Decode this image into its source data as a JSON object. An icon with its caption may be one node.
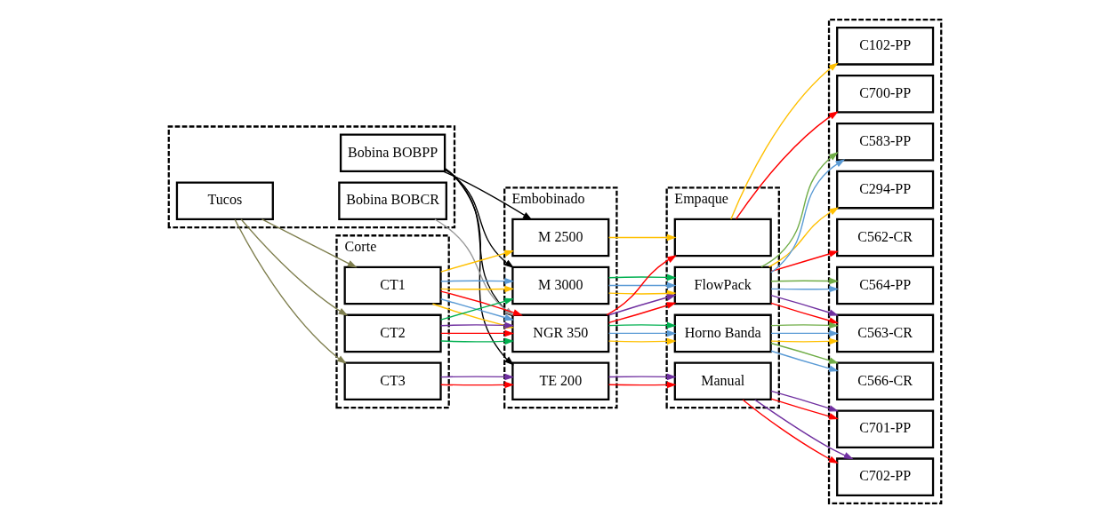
{
  "diagram": {
    "nodes": [
      {
        "text": [],
        "shape": "box"
      },
      {
        "text": [
          "Bobina BOBPP"
        ],
        "in": 0
      },
      {
        "text": [
          "Tucos"
        ],
        "in": 0
      },
      {
        "text": [
          "Bobina BOBCR"
        ],
        "in": 0
      },
      {
        "text": [
          "Corte"
        ]
      },
      {
        "text": [
          "CT1"
        ],
        "in": 4
      },
      {
        "text": [
          "CT2"
        ],
        "in": 4
      },
      {
        "text": [
          "CT3"
        ],
        "in": 4
      },
      {
        "text": [
          "Embobinado"
        ]
      },
      {
        "text": [
          "M 2500"
        ],
        "in": 8
      },
      {
        "text": [
          "M 3000"
        ],
        "in": 8
      },
      {
        "text": [
          "NGR 350"
        ],
        "in": 8
      },
      {
        "text": [
          "TE 200"
        ],
        "in": 8
      },
      {
        "text": [
          "Empaque"
        ]
      },
      {
        "text": [],
        "shape": "box",
        "in": 13
      },
      {
        "text": [
          "FlowPack"
        ],
        "in": 13
      },
      {
        "text": [
          "Horno Banda"
        ],
        "in": 13
      },
      {
        "text": [
          "Manual"
        ],
        "in": 13
      },
      {
        "text": [],
        "shape": "box"
      },
      {
        "text": [
          "C102-PP"
        ],
        "in": 18
      },
      {
        "text": [
          "C294-PP"
        ],
        "in": 18
      },
      {
        "text": [
          "C562-CR"
        ],
        "in": 18
      },
      {
        "text": [
          "C563-CR"
        ],
        "in": 18
      },
      {
        "text": [
          "C564-PP"
        ],
        "in": 18
      },
      {
        "text": [
          "C566-CR"
        ],
        "in": 18
      },
      {
        "text": [
          "C583-PP"
        ],
        "in": 18
      },
      {
        "text": [
          "C700-PP"
        ],
        "in": 18
      },
      {
        "text": [
          "C701-PP"
        ],
        "in": 18
      },
      {
        "text": [
          "C702-PP"
        ],
        "in": 18
      }
    ],
    "edges": [
      {
        "from": 1,
        "to": 9,
        "arrow": "to",
        "color": "#000000"
      },
      {
        "from": 1,
        "to": 10,
        "arrow": "to",
        "color": "#000000"
      },
      {
        "from": 1,
        "to": 11,
        "arrow": "to",
        "color": "#000000"
      },
      {
        "from": 1,
        "to": 12,
        "arrow": "to",
        "color": "#000000"
      },
      {
        "from": 2,
        "to": 5,
        "arrow": "to",
        "color": "#7f7f4f"
      },
      {
        "from": 2,
        "to": 6,
        "arrow": "to",
        "color": "#7f7f4f"
      },
      {
        "from": 2,
        "to": 7,
        "arrow": "to",
        "color": "#7f7f4f"
      },
      {
        "from": 3,
        "to": 11,
        "arrow": "to",
        "color": "#999999"
      },
      {
        "from": 5,
        "to": 9,
        "arrow": "to",
        "color": "#ffc000"
      },
      {
        "from": 5,
        "to": 10,
        "arrow": "to",
        "color": "#ffc000"
      },
      {
        "from": 5,
        "to": 11,
        "arrow": "to",
        "color": "#ffc000"
      },
      {
        "from": 5,
        "to": 10,
        "arrow": "to",
        "color": "#5b9bd5"
      },
      {
        "from": 5,
        "to": 11,
        "arrow": "to",
        "color": "#5b9bd5"
      },
      {
        "from": 5,
        "to": 11,
        "arrow": "to",
        "color": "#ff0000"
      },
      {
        "from": 6,
        "to": 10,
        "arrow": "to",
        "color": "#00b050"
      },
      {
        "from": 6,
        "to": 11,
        "arrow": "to",
        "color": "#00b050"
      },
      {
        "from": 6,
        "to": 11,
        "arrow": "to",
        "color": "#ff0000"
      },
      {
        "from": 6,
        "to": 11,
        "arrow": "to",
        "color": "#7030a0"
      },
      {
        "from": 7,
        "to": 12,
        "arrow": "to",
        "color": "#ff0000"
      },
      {
        "from": 7,
        "to": 12,
        "arrow": "to",
        "color": "#7030a0"
      },
      {
        "from": 9,
        "to": 14,
        "arrow": "to",
        "color": "#ffc000"
      },
      {
        "from": 10,
        "to": 15,
        "arrow": "to",
        "color": "#ffc000"
      },
      {
        "from": 10,
        "to": 15,
        "arrow": "to",
        "color": "#5b9bd5"
      },
      {
        "from": 10,
        "to": 15,
        "arrow": "to",
        "color": "#00b050"
      },
      {
        "from": 11,
        "to": 16,
        "arrow": "to",
        "color": "#ffc000"
      },
      {
        "from": 11,
        "to": 16,
        "arrow": "to",
        "color": "#5b9bd5"
      },
      {
        "from": 11,
        "to": 16,
        "arrow": "to",
        "color": "#00b050"
      },
      {
        "from": 11,
        "to": 14,
        "arrow": "to",
        "color": "#ff0000"
      },
      {
        "from": 11,
        "to": 15,
        "arrow": "to",
        "color": "#ff0000"
      },
      {
        "from": 11,
        "to": 15,
        "arrow": "to",
        "color": "#7030a0"
      },
      {
        "from": 12,
        "to": 17,
        "arrow": "to",
        "color": "#ff0000"
      },
      {
        "from": 12,
        "to": 17,
        "arrow": "to",
        "color": "#7030a0"
      },
      {
        "from": 14,
        "to": 19,
        "arrow": "to",
        "color": "#ffc000"
      },
      {
        "from": 14,
        "to": 26,
        "arrow": "to",
        "color": "#ff0000"
      },
      {
        "from": 15,
        "to": 20,
        "arrow": "to",
        "color": "#ffc000"
      },
      {
        "from": 15,
        "to": 23,
        "arrow": "to",
        "color": "#5b9bd5"
      },
      {
        "from": 15,
        "to": 25,
        "arrow": "to",
        "color": "#5b9bd5"
      },
      {
        "from": 15,
        "to": 23,
        "arrow": "to",
        "color": "#70ad47"
      },
      {
        "from": 15,
        "to": 25,
        "arrow": "to",
        "color": "#70ad47"
      },
      {
        "from": 15,
        "to": 21,
        "arrow": "to",
        "color": "#ff0000"
      },
      {
        "from": 15,
        "to": 22,
        "arrow": "to",
        "color": "#ff0000"
      },
      {
        "from": 15,
        "to": 22,
        "arrow": "to",
        "color": "#7030a0"
      },
      {
        "from": 16,
        "to": 22,
        "arrow": "to",
        "color": "#ffc000"
      },
      {
        "from": 16,
        "to": 22,
        "arrow": "to",
        "color": "#5b9bd5"
      },
      {
        "from": 16,
        "to": 24,
        "arrow": "to",
        "color": "#5b9bd5"
      },
      {
        "from": 16,
        "to": 22,
        "arrow": "to",
        "color": "#70ad47"
      },
      {
        "from": 16,
        "to": 24,
        "arrow": "to",
        "color": "#70ad47"
      },
      {
        "from": 17,
        "to": 27,
        "arrow": "to",
        "color": "#ff0000"
      },
      {
        "from": 17,
        "to": 28,
        "arrow": "to",
        "color": "#ff0000"
      },
      {
        "from": 17,
        "to": 27,
        "arrow": "to",
        "color": "#7030a0"
      },
      {
        "from": 17,
        "to": 28,
        "arrow": "to",
        "color": "#7030a0"
      }
    ]
  }
}
